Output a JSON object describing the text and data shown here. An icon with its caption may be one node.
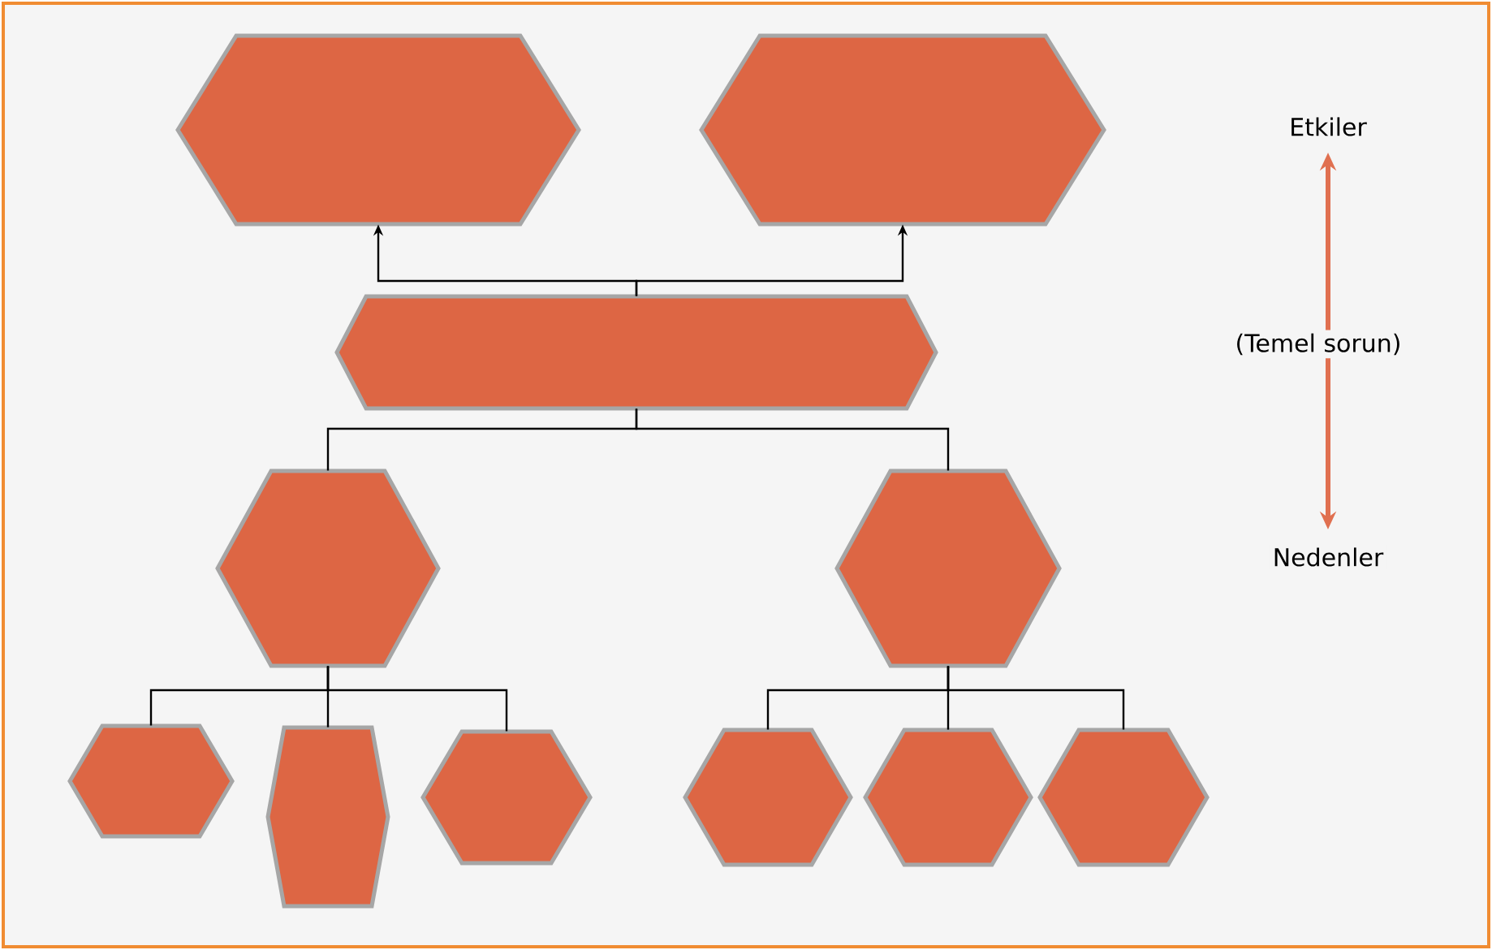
{
  "diagram": {
    "nodes": [
      {
        "text": [],
        "shape": "hexagon"
      },
      {
        "text": [],
        "shape": "hexagon"
      },
      {
        "text": [],
        "shape": "hexagon"
      },
      {
        "text": [],
        "shape": "hexagon"
      },
      {
        "text": [],
        "shape": "hexagon"
      },
      {
        "text": [],
        "shape": "hexagon"
      },
      {
        "text": [],
        "shape": "hexagon"
      },
      {
        "text": [],
        "shape": "hexagon"
      },
      {
        "text": [],
        "shape": "hexagon"
      },
      {
        "text": [],
        "shape": "hexagon"
      },
      {
        "text": [],
        "shape": "hexagon"
      }
    ],
    "edges": [
      {
        "from": 2,
        "to": 0,
        "arrow": "to"
      },
      {
        "from": 2,
        "to": 1,
        "arrow": "to"
      },
      {
        "from": 2,
        "to": 3,
        "arrow": "none"
      },
      {
        "from": 2,
        "to": 4,
        "arrow": "none"
      },
      {
        "from": 3,
        "to": 5,
        "arrow": "none"
      },
      {
        "from": 3,
        "to": 6,
        "arrow": "none"
      },
      {
        "from": 3,
        "to": 7,
        "arrow": "none"
      },
      {
        "from": 4,
        "to": 8,
        "arrow": "none"
      },
      {
        "from": 4,
        "to": 9,
        "arrow": "none"
      },
      {
        "from": 4,
        "to": 10,
        "arrow": "none"
      }
    ],
    "labels": [
      "Etkiler",
      "(Temel sorun)",
      "Nedenler"
    ]
  }
}
